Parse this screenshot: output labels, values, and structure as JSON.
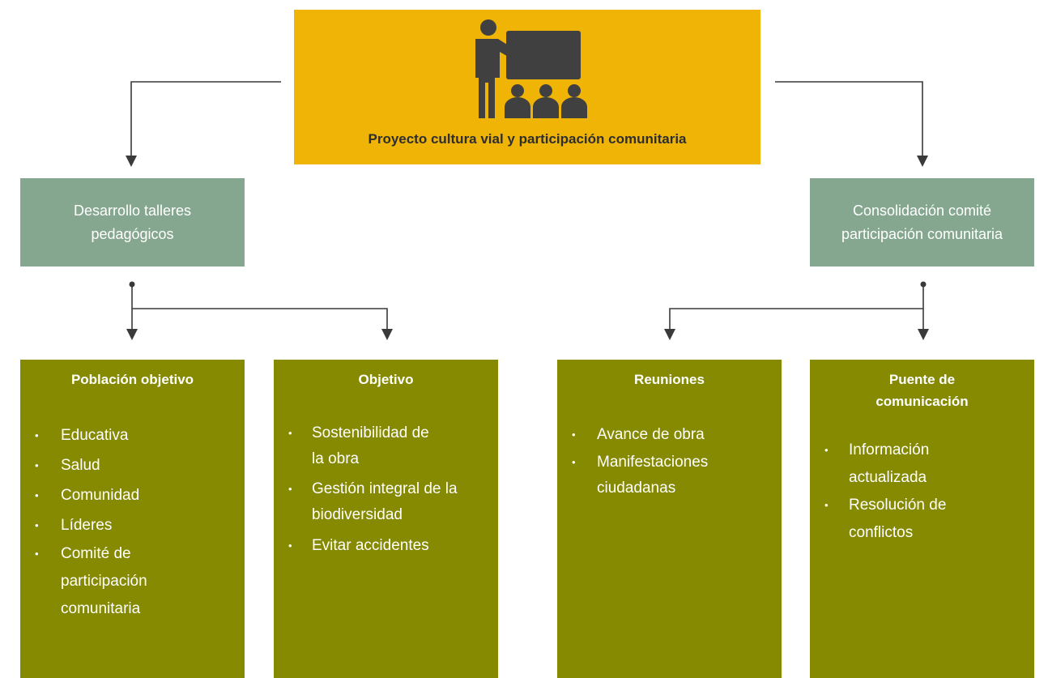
{
  "root": {
    "title": "Proyecto cultura vial y participación comunitaria",
    "icon": "teacher-presentation-icon"
  },
  "branches": {
    "left": {
      "label": "Desarrollo talleres pedagógicos"
    },
    "right": {
      "label": "Consolidación comité participación comunitaria"
    }
  },
  "cards": [
    {
      "title": "Población objetivo",
      "items": [
        "Educativa",
        "Salud",
        "Comunidad",
        "Líderes",
        "Comité de participación comunitaria"
      ]
    },
    {
      "title": "Objetivo",
      "items": [
        "Sostenibilidad de la obra",
        "Gestión integral de la biodiversidad",
        "Evitar accidentes"
      ]
    },
    {
      "title": "Reuniones",
      "items": [
        "Avance de obra",
        "Manifestaciones ciudadanas"
      ]
    },
    {
      "title": "Puente de comunicación",
      "items": [
        "Información actualizada",
        "Resolución de conflictos"
      ]
    }
  ],
  "colors": {
    "root": "#f0b406",
    "branch": "#85a78f",
    "card": "#868a00",
    "connector": "#3a3a3a"
  }
}
